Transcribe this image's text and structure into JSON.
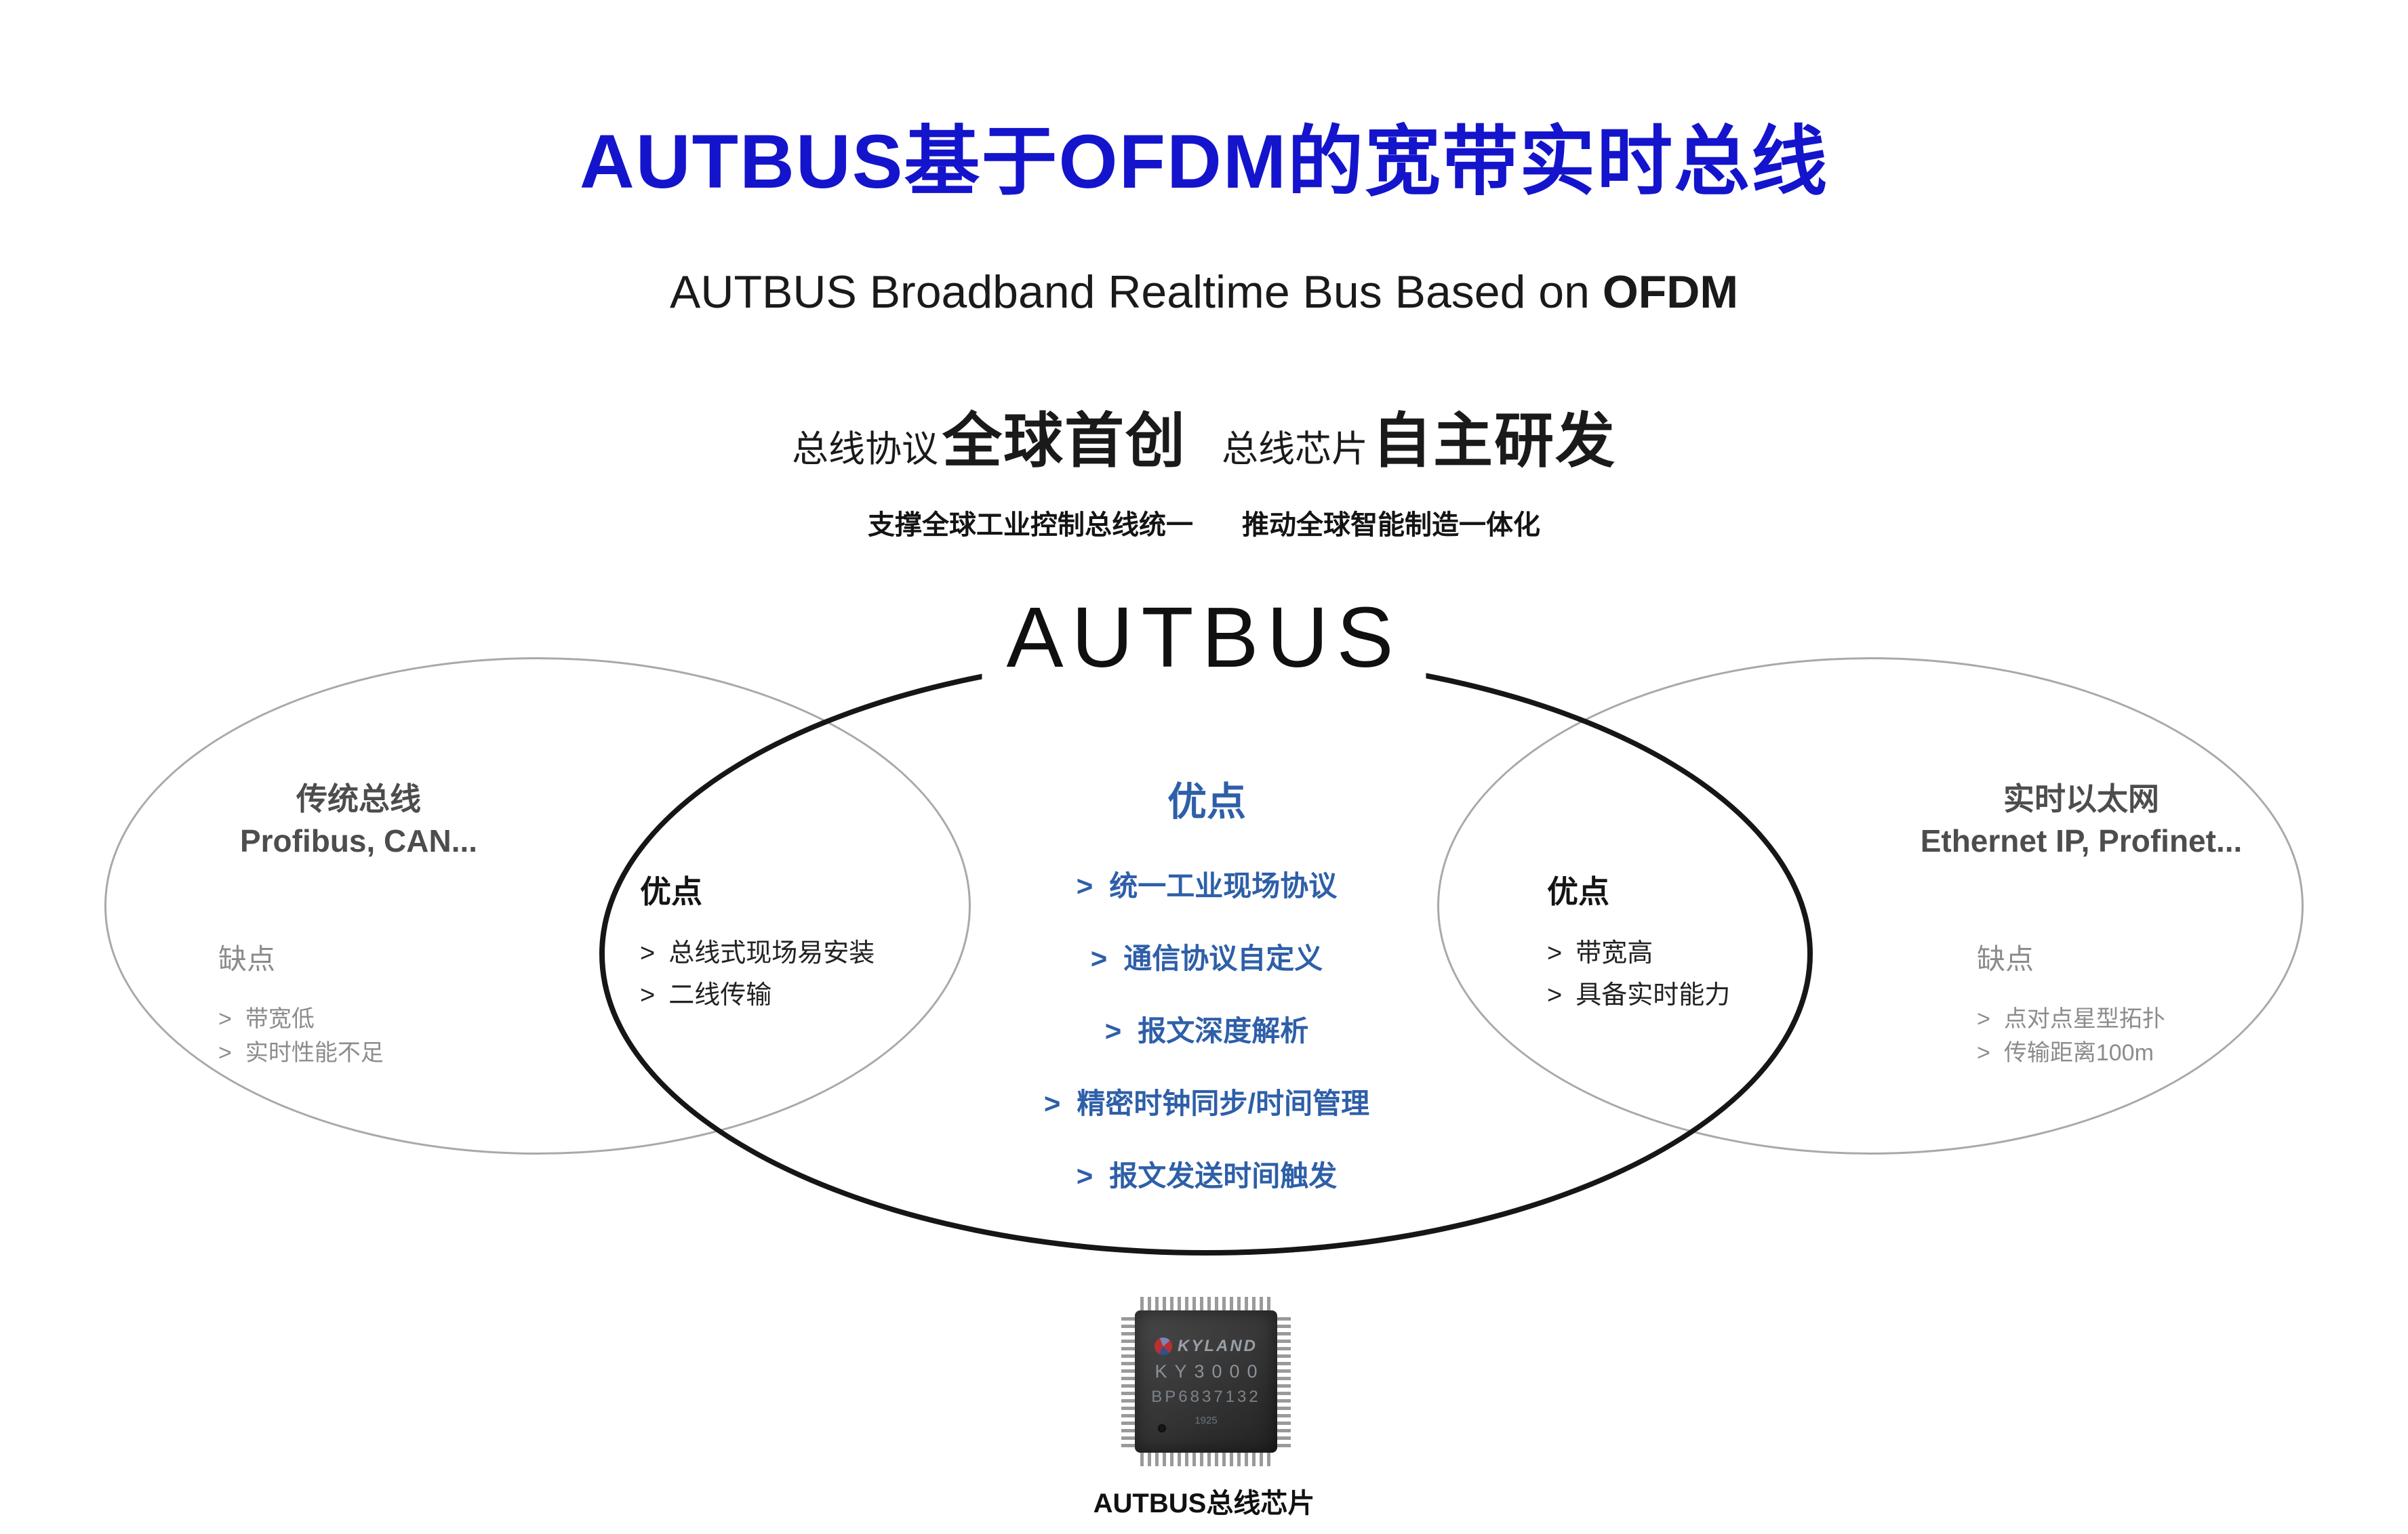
{
  "colors": {
    "title_blue": "#1414CC",
    "accent_blue": "#2E5FA8",
    "text_dark": "#1A1A1A",
    "muted_gray": "#8C8C8C",
    "group_gray": "#4D4D4D",
    "ellipse_gray": "#A9A9A9"
  },
  "header": {
    "title": "AUTBUS基于OFDM的宽带实时总线",
    "subtitle_prefix": "AUTBUS Broadband Realtime Bus Based on ",
    "subtitle_emphasis": "OFDM",
    "taglines": [
      {
        "label": "总线协议",
        "value": "全球首创"
      },
      {
        "label": "总线芯片",
        "value": "自主研发"
      }
    ],
    "captions": [
      "支撑全球工业控制总线统一",
      "推动全球智能制造一体化"
    ]
  },
  "venn": {
    "autbus_label": "AUTBUS",
    "bullet": ">",
    "left": {
      "title": "传统总线",
      "subtitle": "Profibus, CAN...",
      "cons_title": "缺点",
      "cons": [
        "带宽低",
        "实时性能不足"
      ]
    },
    "left_overlap": {
      "pros_title": "优点",
      "pros": [
        "总线式现场易安装",
        "二线传输"
      ]
    },
    "center": {
      "pros_title": "优点",
      "pros": [
        "统一工业现场协议",
        "通信协议自定义",
        "报文深度解析",
        "精密时钟同步/时间管理",
        "报文发送时间触发"
      ]
    },
    "right_overlap": {
      "pros_title": "优点",
      "pros": [
        "带宽高",
        "具备实时能力"
      ]
    },
    "right": {
      "title": "实时以太网",
      "subtitle": "Ethernet IP, Profinet...",
      "cons_title": "缺点",
      "cons": [
        "点对点星型拓扑",
        "传输距离100m"
      ]
    }
  },
  "chip": {
    "brand": "KYLAND",
    "model": "KY3000",
    "part_number": "BP6837132",
    "date_code": "1925",
    "caption": "AUTBUS总线芯片"
  }
}
